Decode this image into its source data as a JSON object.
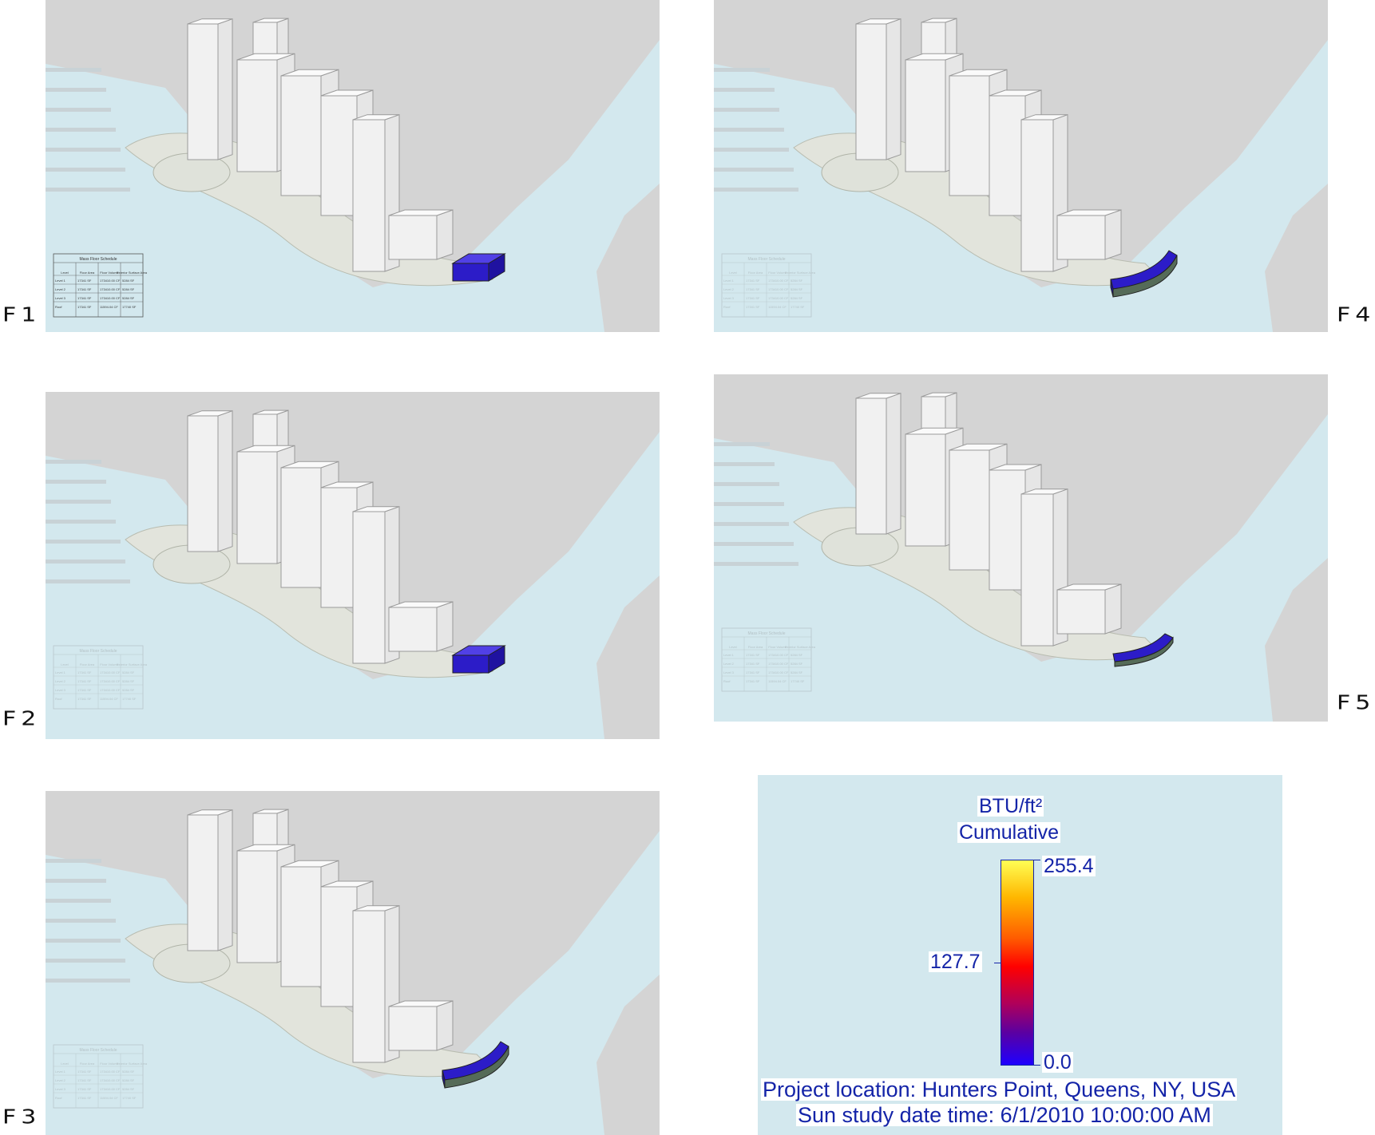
{
  "panels": [
    {
      "id": "f1",
      "label": "F1",
      "mass": "box",
      "schedule_strong": true
    },
    {
      "id": "f2",
      "label": "F2",
      "mass": "box",
      "schedule_strong": false
    },
    {
      "id": "f3",
      "label": "F3",
      "mass": "curved",
      "schedule_strong": false
    },
    {
      "id": "f4",
      "label": "F4",
      "mass": "curved",
      "schedule_strong": false
    },
    {
      "id": "f5",
      "label": "F5",
      "mass": "curved-small",
      "schedule_strong": false
    }
  ],
  "schedule": {
    "title": "Mass Floor Schedule",
    "headers": [
      "Level",
      "Floor Area",
      "Floor Volume",
      "Exterior Surface Area"
    ],
    "rows": [
      [
        "Level 1",
        "17341 SF",
        "173410.00 CF",
        "5284 SF"
      ],
      [
        "Level 2",
        "17341 SF",
        "173410.00 CF",
        "5284 SF"
      ],
      [
        "Level 3",
        "17341 SF",
        "173410.00 CF",
        "5284 SF"
      ],
      [
        "Roof",
        "17341 SF",
        "11594.04 CF",
        "17740 SF"
      ]
    ]
  },
  "legend": {
    "unit": "BTU/ft²",
    "mode": "Cumulative",
    "max": "255.4",
    "mid": "127.7",
    "min": "0.0",
    "location": "Project location: Hunters Point, Queens, NY, USA",
    "datetime": "Sun study date time: 6/1/2010 10:00:00 AM"
  },
  "colors": {
    "water": "#d3e8ee",
    "land": "#d4d4d4",
    "park": "#e2e4dc",
    "building": "#f1f1f1",
    "mass": "#2c1cc8",
    "legend_text": "#1424a8"
  }
}
